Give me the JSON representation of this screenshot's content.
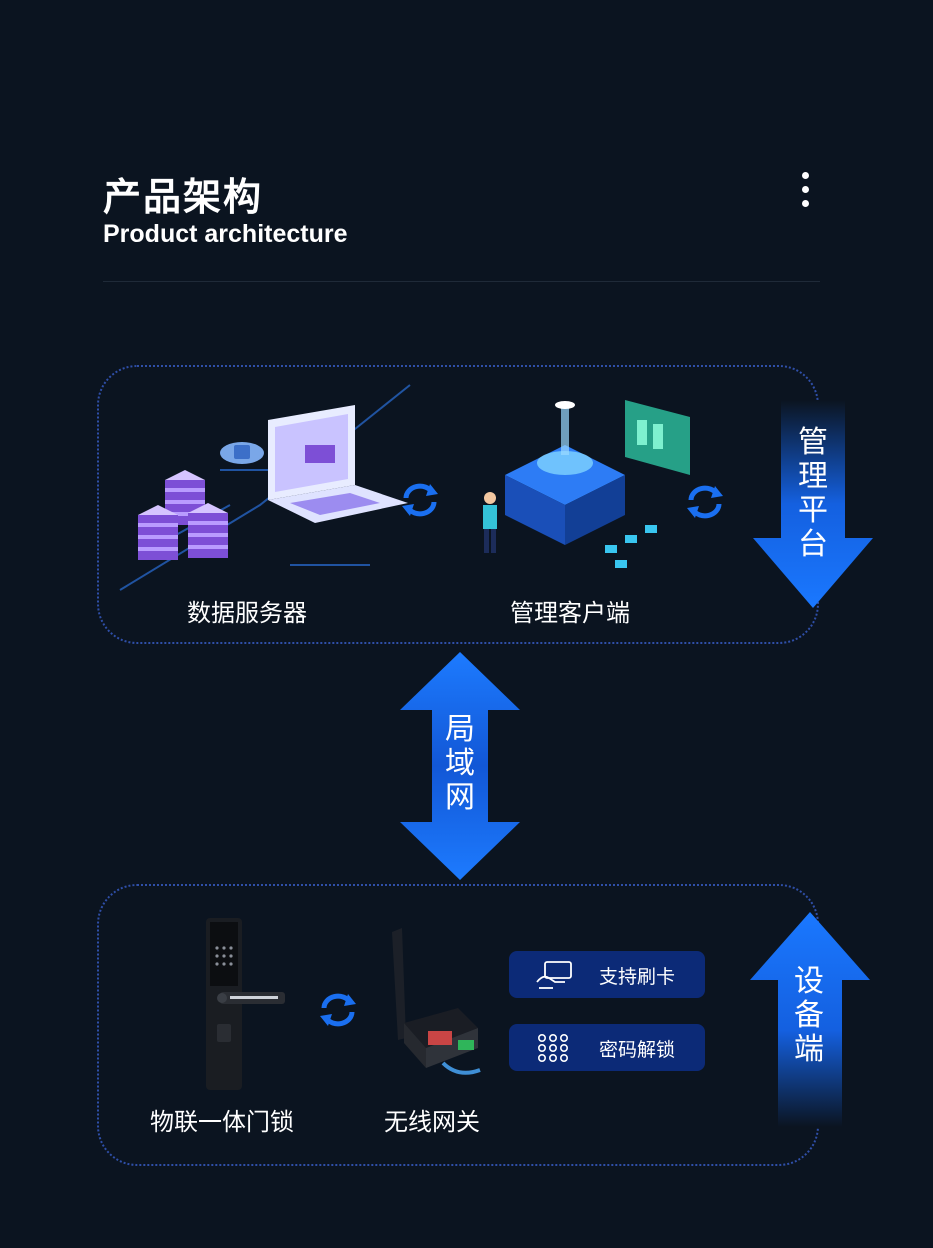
{
  "header": {
    "title": "产品架构",
    "subtitle": "Product architecture",
    "more_icon": "more-vertical-icon"
  },
  "management": {
    "vertical_label": "管理平台",
    "server_label": "数据服务器",
    "client_label": "管理客户端"
  },
  "network": {
    "vertical_label": "局域网"
  },
  "device": {
    "vertical_label": "设备端",
    "lock_label": "物联一体门锁",
    "gateway_label": "无线网关",
    "features": [
      {
        "label": "支持刷卡",
        "icon": "card-swipe-icon"
      },
      {
        "label": "密码解锁",
        "icon": "keypad-icon"
      }
    ]
  },
  "colors": {
    "background": "#0b1420",
    "panel_border": "#2f4fa8",
    "arrow": "#1a6ff0",
    "feature_bg": "#0c2a77"
  }
}
